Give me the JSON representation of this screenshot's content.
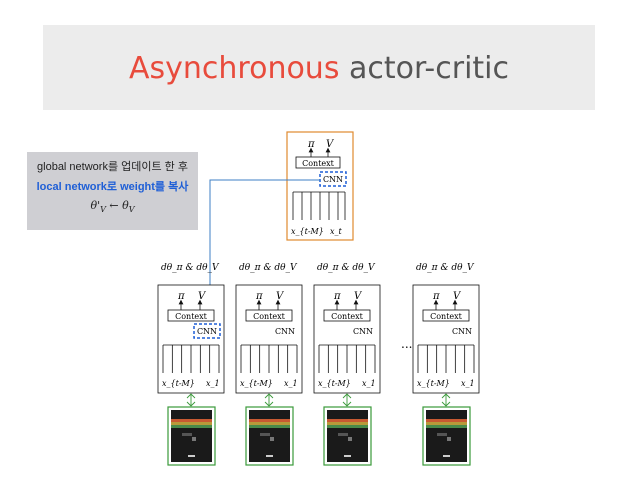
{
  "title": {
    "accent": "Asynchronous",
    "rest": "actor-critic"
  },
  "note": {
    "line1": "global network를 업데이트 한 후",
    "line2": "local network로 weight를 복사",
    "line3": "θ'_V ← θ_V"
  },
  "global_net": {
    "pi": "π",
    "v": "V",
    "context": "Context",
    "cnn": "CNN",
    "x_first": "x_{t-M}",
    "x_last": "x_t"
  },
  "workers": [
    {
      "grad": "dθ_π & dθ_V",
      "pi": "π",
      "v": "V",
      "context": "Context",
      "cnn": "CNN",
      "x_first": "x_{t-M}",
      "x_last": "x_1"
    },
    {
      "grad": "dθ_π & dθ_V",
      "pi": "π",
      "v": "V",
      "context": "Context",
      "cnn": "CNN",
      "x_first": "x_{t-M}",
      "x_last": "x_1"
    },
    {
      "grad": "dθ_π & dθ_V",
      "pi": "π",
      "v": "V",
      "context": "Context",
      "cnn": "CNN",
      "x_first": "x_{t-M}",
      "x_last": "x_1"
    },
    {
      "grad": "dθ_π & dθ_V",
      "pi": "π",
      "v": "V",
      "context": "Context",
      "cnn": "CNN",
      "x_first": "x_{t-M}",
      "x_last": "x_1"
    }
  ],
  "ellipsis": "...",
  "colors": {
    "accent": "#e84b3c",
    "title_gray": "#555555",
    "highlight_blue": "#1f5fd6",
    "global_border": "#e08a2e",
    "env_border": "#3a9a3a",
    "copy_arrow": "#3d7fc4"
  }
}
